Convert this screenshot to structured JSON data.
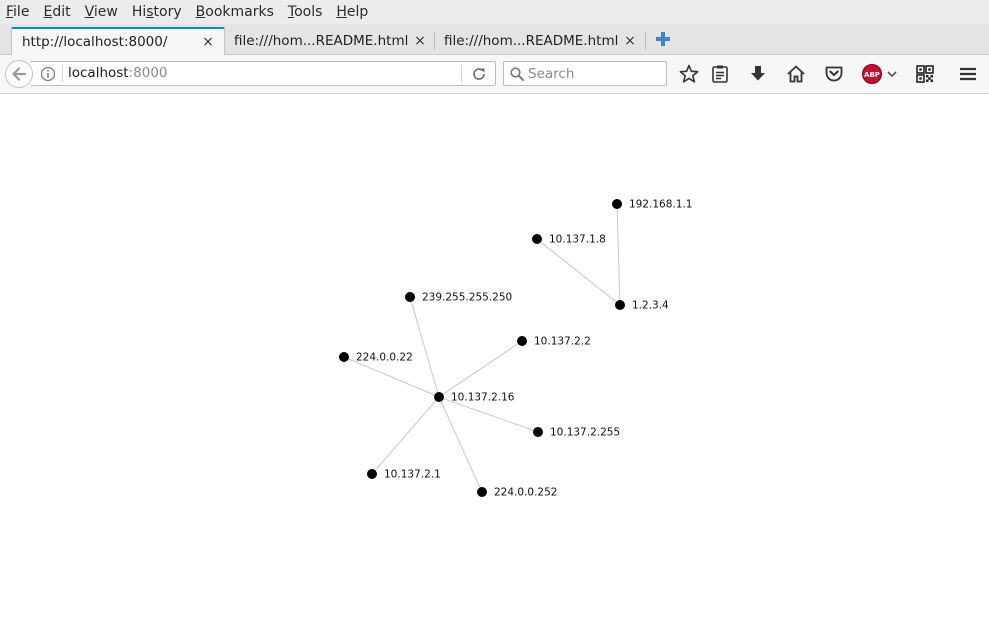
{
  "menubar": {
    "items": [
      {
        "first": "F",
        "rest": "ile"
      },
      {
        "first": "E",
        "rest": "dit"
      },
      {
        "first": "V",
        "rest": "iew"
      },
      {
        "first": "",
        "pre": "Hi",
        "u": "s",
        "rest": "tory"
      },
      {
        "first": "B",
        "rest": "ookmarks"
      },
      {
        "first": "T",
        "rest": "ools"
      },
      {
        "first": "H",
        "rest": "elp"
      }
    ]
  },
  "tabs": [
    {
      "label": "http://localhost:8000/",
      "active": true
    },
    {
      "label": "file:///hom...README.html",
      "active": false
    },
    {
      "label": "file:///hom...README.html",
      "active": false
    }
  ],
  "tab_close_glyph": "×",
  "navbar": {
    "url_host": "localhost",
    "url_port": ":8000",
    "search_placeholder": "Search",
    "abp_text": "ABP",
    "icons": [
      "back-icon",
      "info-icon",
      "reload-icon",
      "search-icon",
      "star-icon",
      "reading-list-icon",
      "download-icon",
      "home-icon",
      "pocket-icon",
      "adblock-icon",
      "chevron-down-icon",
      "qr-code-icon",
      "hamburger-menu-icon"
    ]
  },
  "colors": {
    "accent": "#0a84ff",
    "node": "#000000",
    "edge": "#c8c8c8",
    "abp": "#c70d2c"
  },
  "graph": {
    "nodes": [
      {
        "id": "192.168.1.1"
      },
      {
        "id": "10.137.1.8"
      },
      {
        "id": "1.2.3.4"
      },
      {
        "id": "239.255.255.250"
      },
      {
        "id": "10.137.2.2"
      },
      {
        "id": "224.0.0.22"
      },
      {
        "id": "10.137.2.16"
      },
      {
        "id": "10.137.2.255"
      },
      {
        "id": "10.137.2.1"
      },
      {
        "id": "224.0.0.252"
      }
    ],
    "edges": [
      {
        "source": "192.168.1.1",
        "target": "1.2.3.4"
      },
      {
        "source": "10.137.1.8",
        "target": "1.2.3.4"
      },
      {
        "source": "239.255.255.250",
        "target": "10.137.2.16"
      },
      {
        "source": "10.137.2.2",
        "target": "10.137.2.16"
      },
      {
        "source": "224.0.0.22",
        "target": "10.137.2.16"
      },
      {
        "source": "10.137.2.255",
        "target": "10.137.2.16"
      },
      {
        "source": "10.137.2.1",
        "target": "10.137.2.16"
      },
      {
        "source": "224.0.0.252",
        "target": "10.137.2.16"
      }
    ]
  }
}
